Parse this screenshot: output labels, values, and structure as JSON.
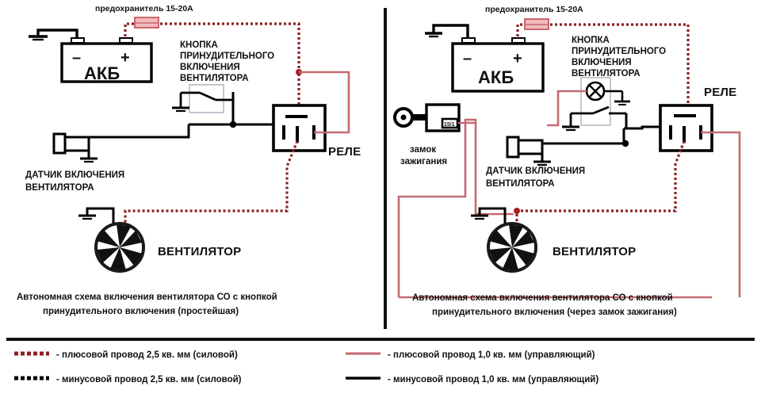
{
  "document": {
    "type": "automotive-wiring-diagram",
    "language": "ru",
    "background_color": "#ffffff"
  },
  "colors": {
    "wire_black": "#000000",
    "wire_red_solid": "#c46a72",
    "wire_red_dotted": "#8c1f22",
    "button_box_outline": "#b9b9c6",
    "fuse_fill": "#f0b9bd",
    "divider": "#111111",
    "text": "#111111"
  },
  "panels": [
    {
      "id": "left",
      "caption_line1": "Автономная схема включения вентилятора СО с кнопкой",
      "caption_line2": "принудительного включения (простейшая)",
      "labels": {
        "fuse": "предохранитель 15-20А",
        "battery": "АКБ",
        "battery_minus": "–",
        "battery_plus": "+",
        "button_line1": "КНОПКА",
        "button_line2": "ПРИНУДИТЕЛЬНОГО",
        "button_line3": "ВКЛЮЧЕНИЯ",
        "button_line4": "ВЕНТИЛЯТОРА",
        "relay": "РЕЛЕ",
        "sensor_line1": "ДАТЧИК ВКЛЮЧЕНИЯ",
        "sensor_line2": "ВЕНТИЛЯТОРА",
        "fan": "ВЕНТИЛЯТОР"
      }
    },
    {
      "id": "right",
      "caption_line1": "Автономная схема включения вентилятора СО с кнопкой",
      "caption_line2": "принудительного включения (через замок зажигания)",
      "labels": {
        "fuse": "предохранитель 15-20А",
        "battery": "АКБ",
        "battery_minus": "–",
        "battery_plus": "+",
        "button_line1": "КНОПКА",
        "button_line2": "ПРИНУДИТЕЛЬНОГО",
        "button_line3": "ВКЛЮЧЕНИЯ",
        "button_line4": "ВЕНТИЛЯТОРА",
        "relay": "РЕЛЕ",
        "ignition_line1": "замок",
        "ignition_line2": "зажигания",
        "ignition_terminal": "15/1",
        "sensor_line1": "ДАТЧИК ВКЛЮЧЕНИЯ",
        "sensor_line2": "ВЕНТИЛЯТОРА",
        "fan": "ВЕНТИЛЯТОР"
      }
    }
  ],
  "legend": {
    "items": [
      {
        "id": "plus-power",
        "style": "dotted",
        "color": "#8c1f22",
        "text": "- плюсовой провод 2,5 кв. мм (силовой)"
      },
      {
        "id": "minus-power",
        "style": "dotted",
        "color": "#000000",
        "text": "- минусовой провод 2,5 кв. мм (силовой)"
      },
      {
        "id": "plus-control",
        "style": "solid",
        "color": "#c46a72",
        "text": "- плюсовой провод 1,0 кв. мм (управляющий)"
      },
      {
        "id": "minus-control",
        "style": "solid",
        "color": "#000000",
        "text": "- минусовой провод 1,0 кв. мм (управляющий)"
      }
    ]
  }
}
